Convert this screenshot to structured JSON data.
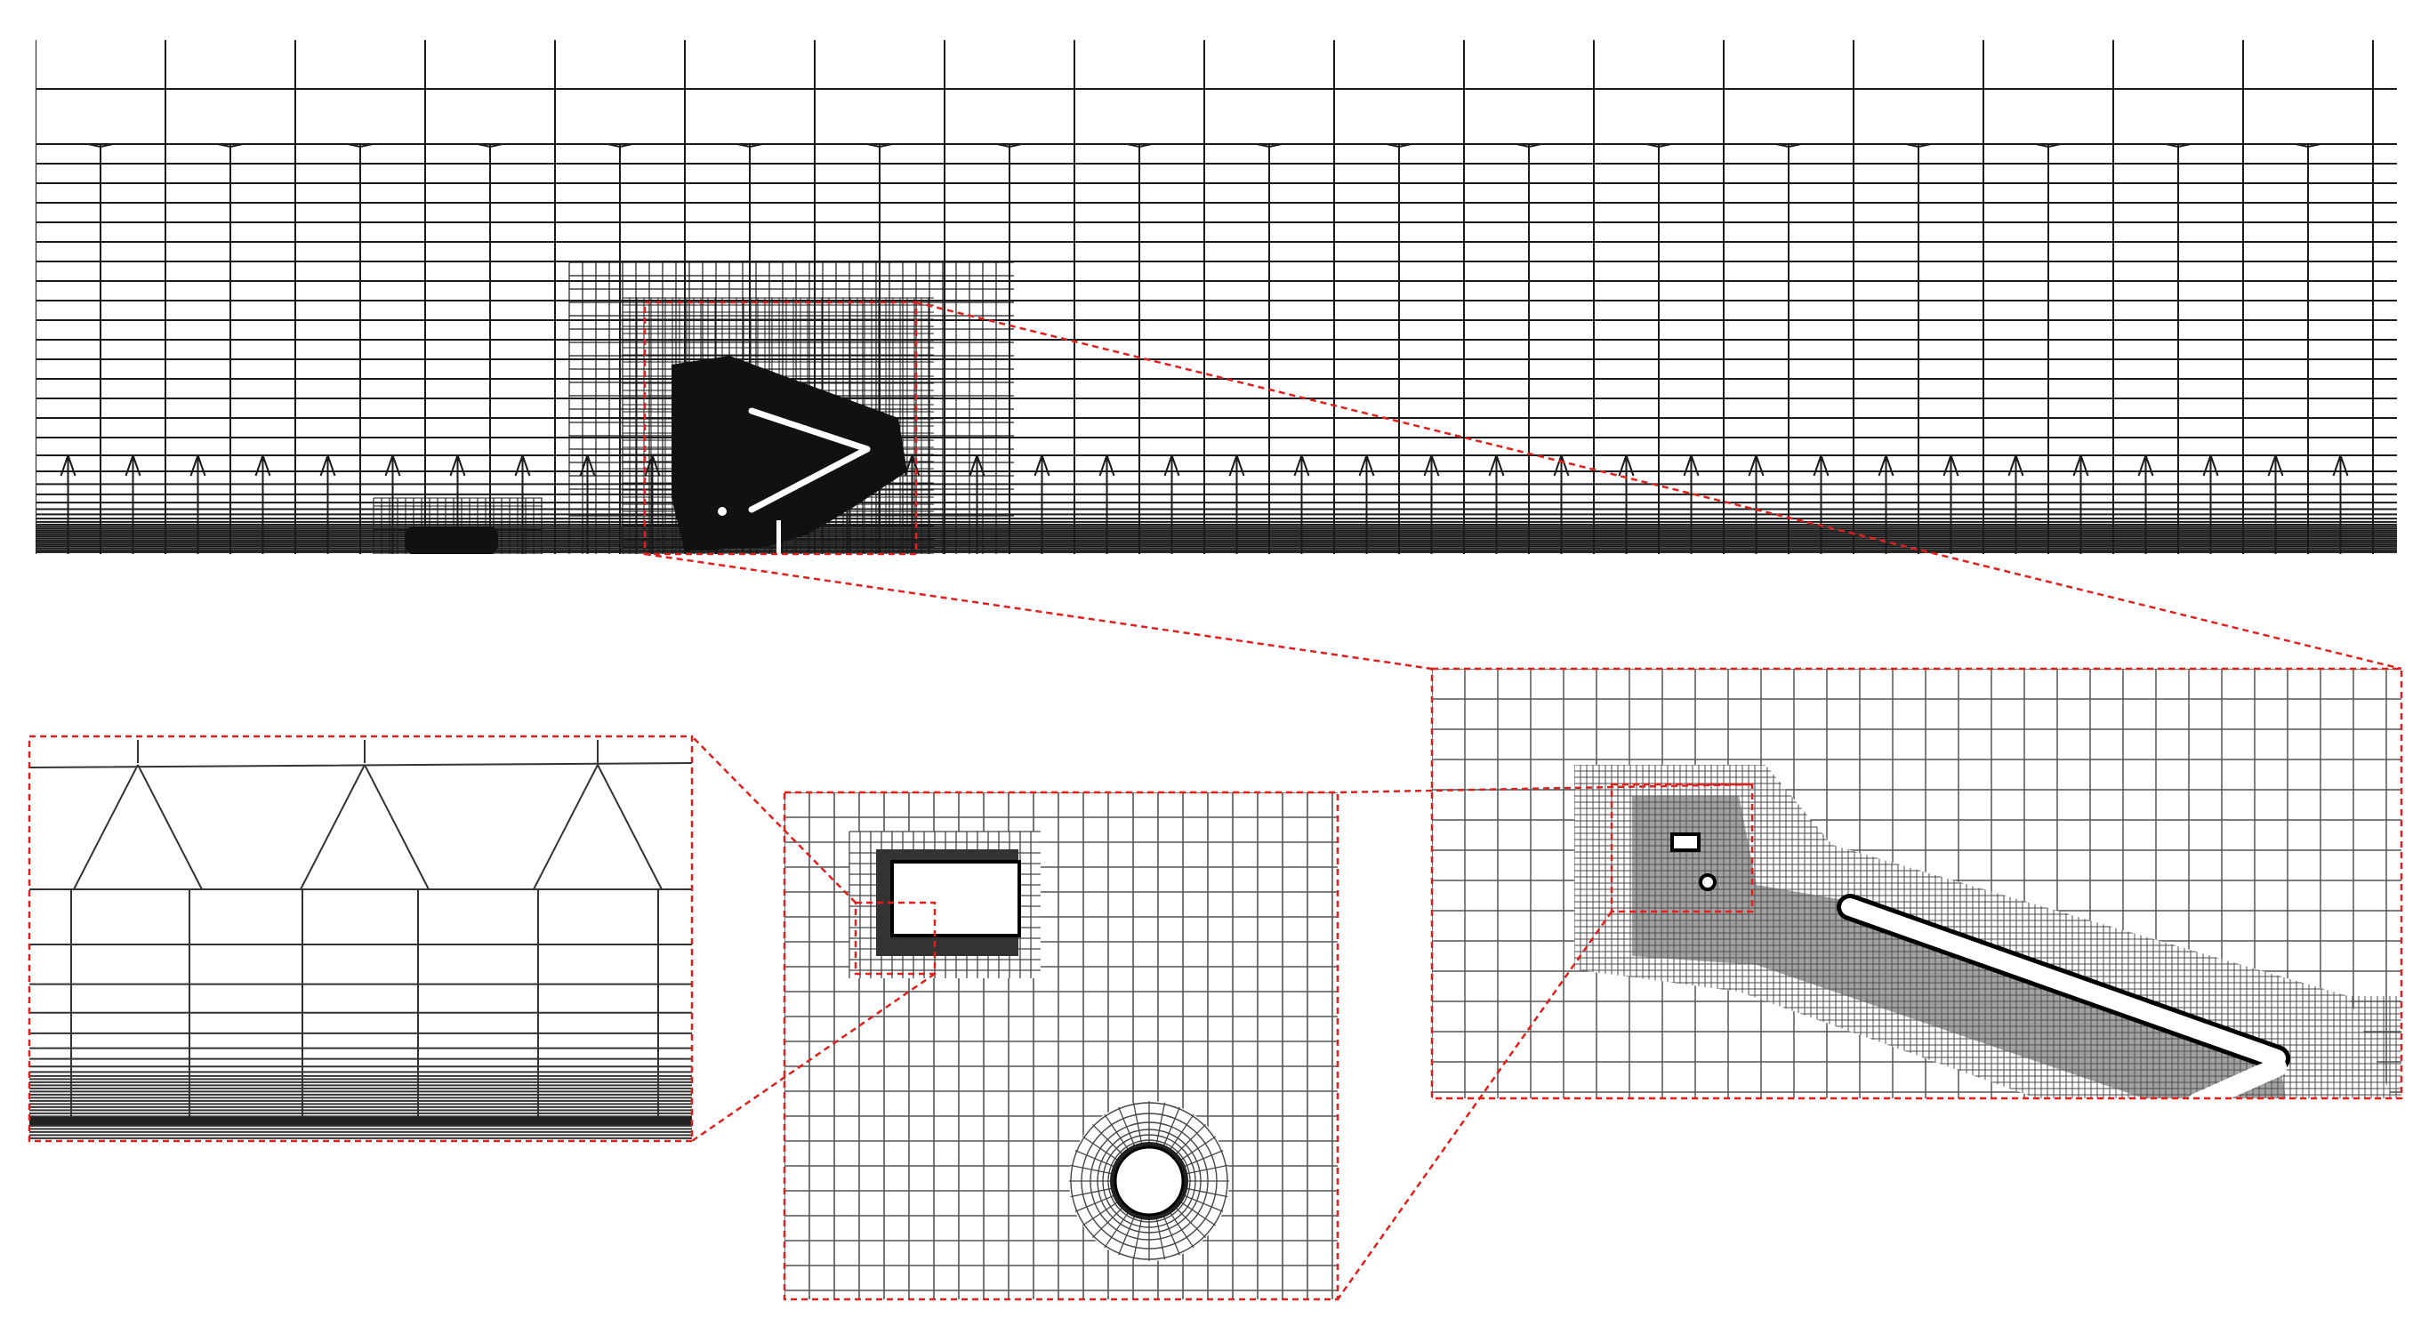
{
  "figure": {
    "description_text": "",
    "colors": {
      "mesh": "#1a1a1a",
      "dense_mesh": "#111111",
      "zoom_indicator": "#e0201c",
      "background": "#ffffff",
      "body": "#ffffff"
    },
    "panels": [
      {
        "id": "overview",
        "content": "full-domain-mesh"
      },
      {
        "id": "bottom-left",
        "content": "wall-boundary-layer-mesh"
      },
      {
        "id": "bottom-middle",
        "content": "rectangle-and-circle-obstacle-mesh"
      },
      {
        "id": "bottom-right",
        "content": "inclined-plate-refinement-mesh"
      }
    ],
    "zoom_style": "dashed-red-rectangles-with-connectors"
  }
}
